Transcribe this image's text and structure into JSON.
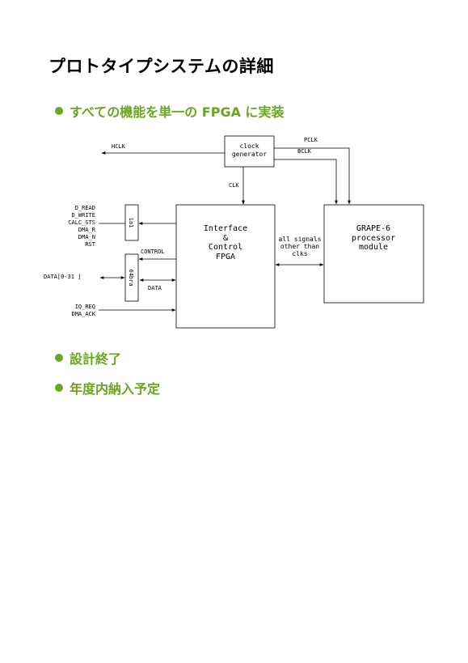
{
  "title": "プロトタイプシステムの詳細",
  "bullets": [
    "すべての機能を単一の FPGA に実装",
    "設計終了",
    "年度内納入予定"
  ],
  "diagram": {
    "clock_box": [
      "clock",
      "generator"
    ],
    "fpga_box": [
      "Interface",
      "&",
      "Control",
      "FPGA"
    ],
    "grape_box": [
      "GRAPE-6",
      "processor",
      "module"
    ],
    "buffer_top": "1a1",
    "buffer_bottom": "64bra",
    "labels": {
      "hclk": "HCLK",
      "pclk": "PCLK",
      "bclk": "BCLK",
      "clk": "CLK",
      "control": "CONTROL",
      "data": "DATA",
      "data_bus": "DATA[0-31 ]",
      "all_signals": [
        "all signals",
        "other than",
        "clks"
      ]
    },
    "left_signals_top": [
      "D_READ",
      "D_WRITE",
      "CALC_STS",
      "DMA_R",
      "DMA_N",
      "RST"
    ],
    "left_signals_bottom": [
      "IQ_REQ",
      "DMA_ACK"
    ]
  }
}
